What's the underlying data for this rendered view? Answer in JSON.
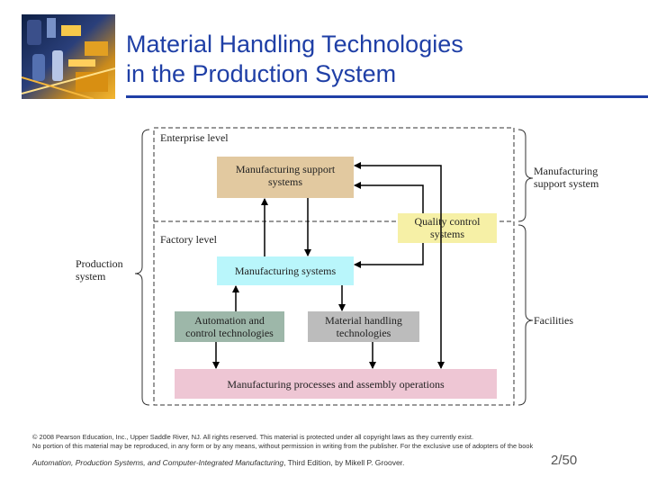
{
  "slide": {
    "title_line1": "Material Handling Technologies",
    "title_line2": "in the Production System",
    "accent_color": "#1f3fa6",
    "page_number": "2/50"
  },
  "diagram": {
    "levels": {
      "enterprise": "Enterprise level",
      "factory": "Factory level"
    },
    "boxes": {
      "mfg_support_line1": "Manufacturing support",
      "mfg_support_line2": "systems",
      "quality_line1": "Quality control",
      "quality_line2": "systems",
      "mfg_systems": "Manufacturing systems",
      "automation_line1": "Automation and",
      "automation_line2": "control technologies",
      "material_line1": "Material handling",
      "material_line2": "technologies",
      "processes": "Manufacturing processes and assembly operations"
    },
    "side_labels": {
      "production_line1": "Production",
      "production_line2": "system",
      "support_line1": "Manufacturing",
      "support_line2": "support system",
      "facilities": "Facilities"
    },
    "colors": {
      "mfg_support": "#e2c9a0",
      "quality": "#f6f0a6",
      "mfg_systems": "#b9f6fb",
      "automation": "#9db7a9",
      "material": "#bcbcbc",
      "processes": "#eec6d4"
    }
  },
  "footer": {
    "copyright_line1": "© 2008 Pearson Education, Inc., Upper Saddle River, NJ. All rights reserved. This material is protected under all copyright laws as they currently exist.",
    "copyright_line2": "No portion of this material may be reproduced, in any form or by any means, without permission in writing from the publisher. For the exclusive use of adopters of the book",
    "book_title": "Automation, Production Systems, and Computer-Integrated Manufacturing",
    "book_rest": ", Third Edition, by Mikell P. Groover."
  },
  "icons": {
    "thumbnail": "circuit-board-photo-icon"
  }
}
